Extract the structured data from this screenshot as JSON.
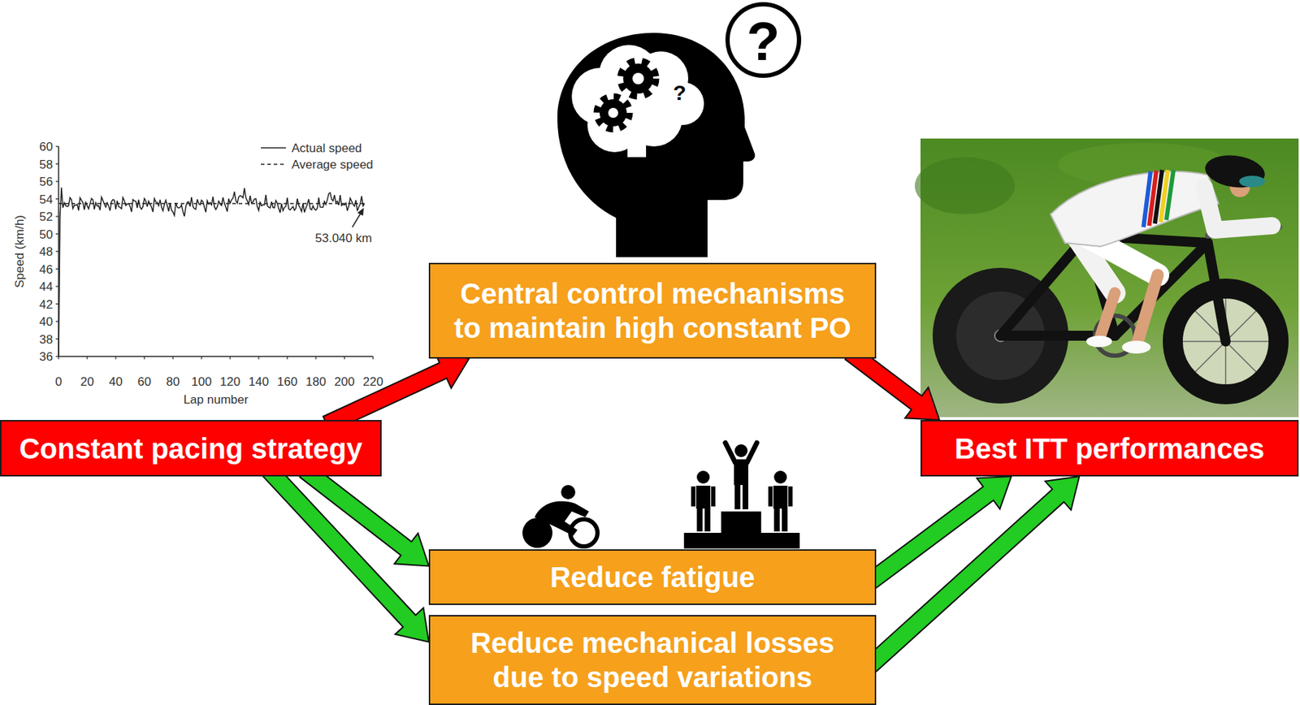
{
  "diagram": {
    "nodes": [
      {
        "text": [
          "Constant pacing strategy"
        ]
      },
      {
        "text": [
          "Central control mechanisms to maintain high constant PO"
        ]
      },
      {
        "text": [
          "Reduce fatigue"
        ]
      },
      {
        "text": [
          "Reduce mechanical losses due to speed variations"
        ]
      },
      {
        "text": [
          "Best ITT performances"
        ]
      }
    ],
    "edges": [
      {
        "from": 0,
        "to": 1,
        "arrow": "to"
      },
      {
        "from": 1,
        "to": 4,
        "arrow": "to"
      },
      {
        "from": 0,
        "to": 2,
        "arrow": "to"
      },
      {
        "from": 0,
        "to": 3,
        "arrow": "to"
      },
      {
        "from": 2,
        "to": 4,
        "arrow": "to"
      },
      {
        "from": 3,
        "to": 4,
        "arrow": "to"
      }
    ],
    "labels": [
      "60",
      "58",
      "56",
      "54",
      "52",
      "50",
      "48",
      "46",
      "44",
      "42",
      "40",
      "38",
      "36",
      "0",
      "20",
      "40",
      "60",
      "80",
      "100",
      "120",
      "140",
      "160",
      "180",
      "200",
      "220",
      "Lap number",
      "Speed (km/h)",
      "53.040 km",
      "?",
      "?"
    ],
    "legend": [
      {
        "text": "Actual speed"
      },
      {
        "text": "Average speed"
      }
    ]
  }
}
